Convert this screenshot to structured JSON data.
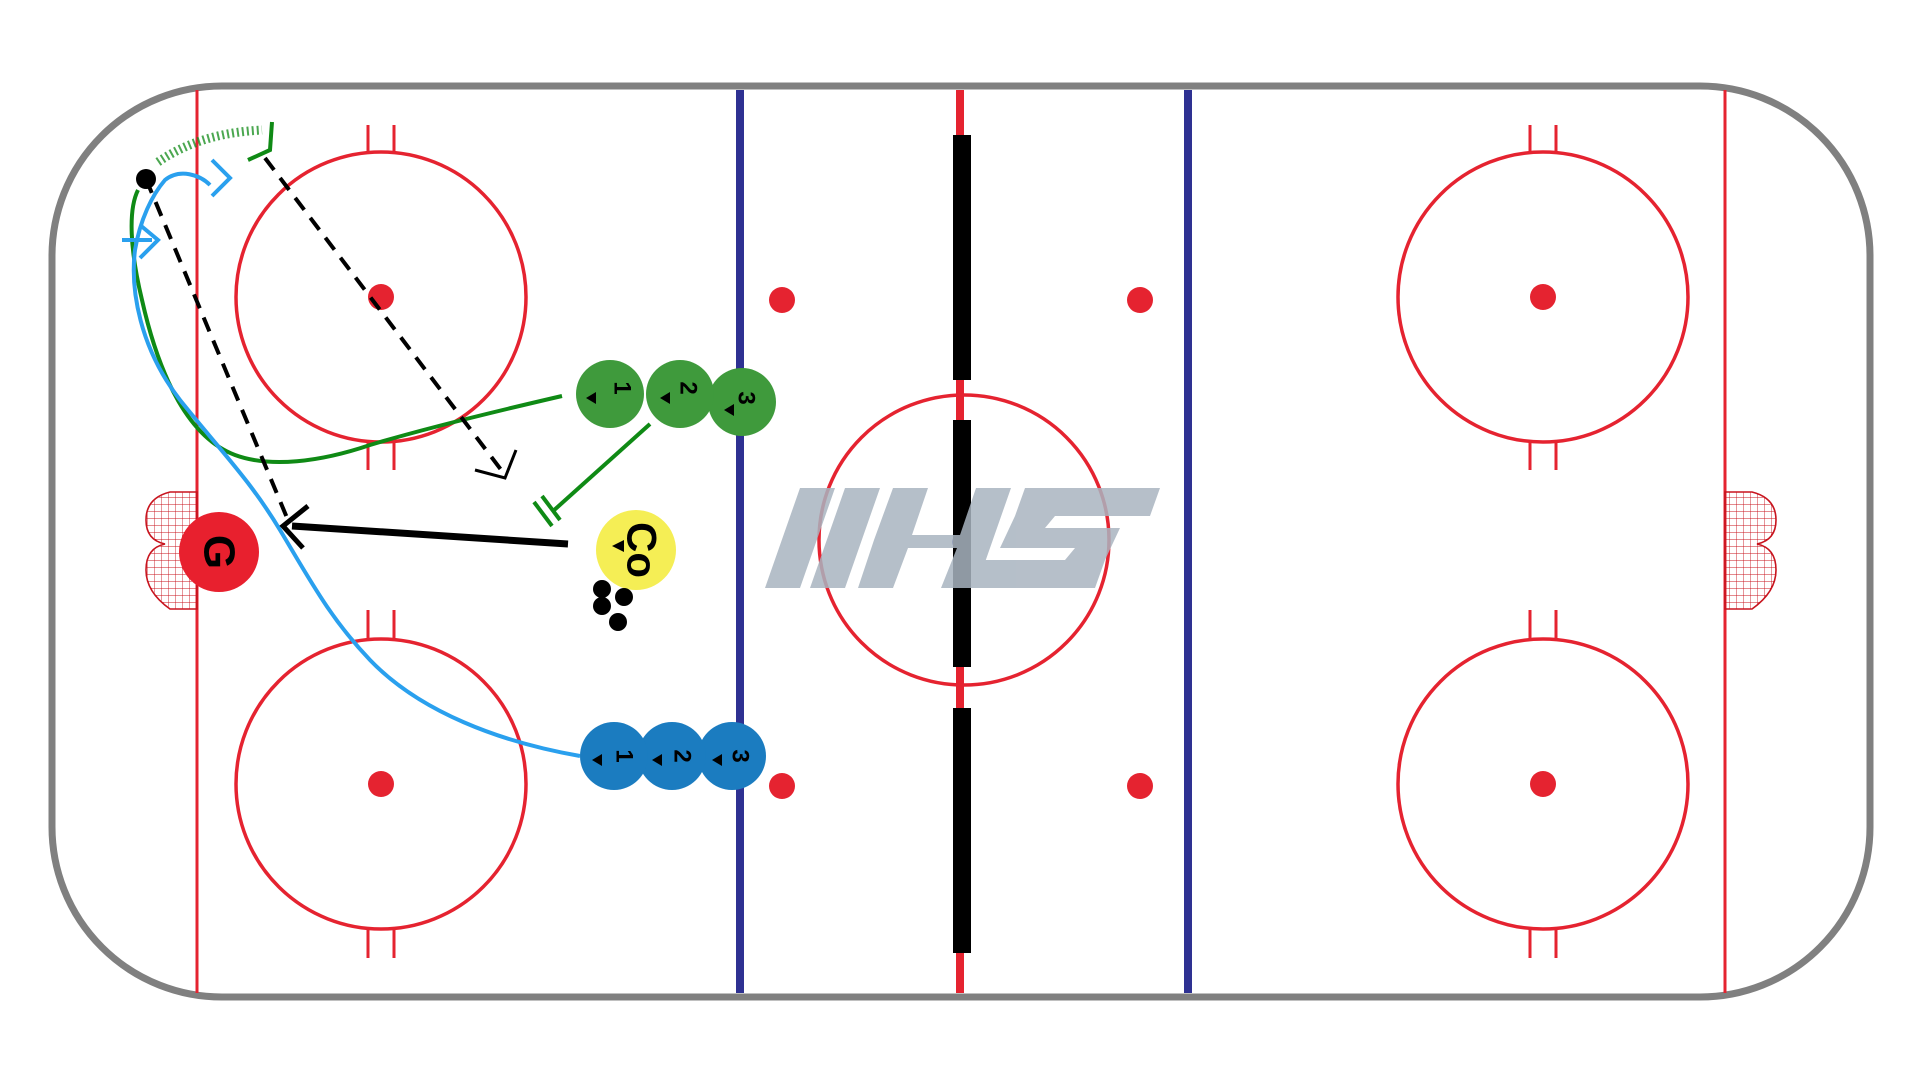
{
  "colors": {
    "board": "#808080",
    "red_line": "#e52330",
    "blue_line": "#2e3192",
    "center_divider": "#000000",
    "green_team": "#3f9a3c",
    "blue_team": "#1b7cc0",
    "goalie": "#e8202e",
    "coach": "#f5ee55",
    "puck": "#000000",
    "green_path": "#0f8a15",
    "blue_path": "#2aa0ee",
    "logo": "#a9b4c0"
  },
  "logo": {
    "text": "IHS",
    "icon": "ihs-logo-watermark"
  },
  "goalie": {
    "label": "G"
  },
  "coach": {
    "label": "Co"
  },
  "green_line": {
    "players": [
      {
        "label": "1"
      },
      {
        "label": "2"
      },
      {
        "label": "3"
      }
    ]
  },
  "blue_line_players": {
    "players": [
      {
        "label": "1"
      },
      {
        "label": "2"
      },
      {
        "label": "3"
      }
    ]
  },
  "pucks": {
    "count": 4
  }
}
